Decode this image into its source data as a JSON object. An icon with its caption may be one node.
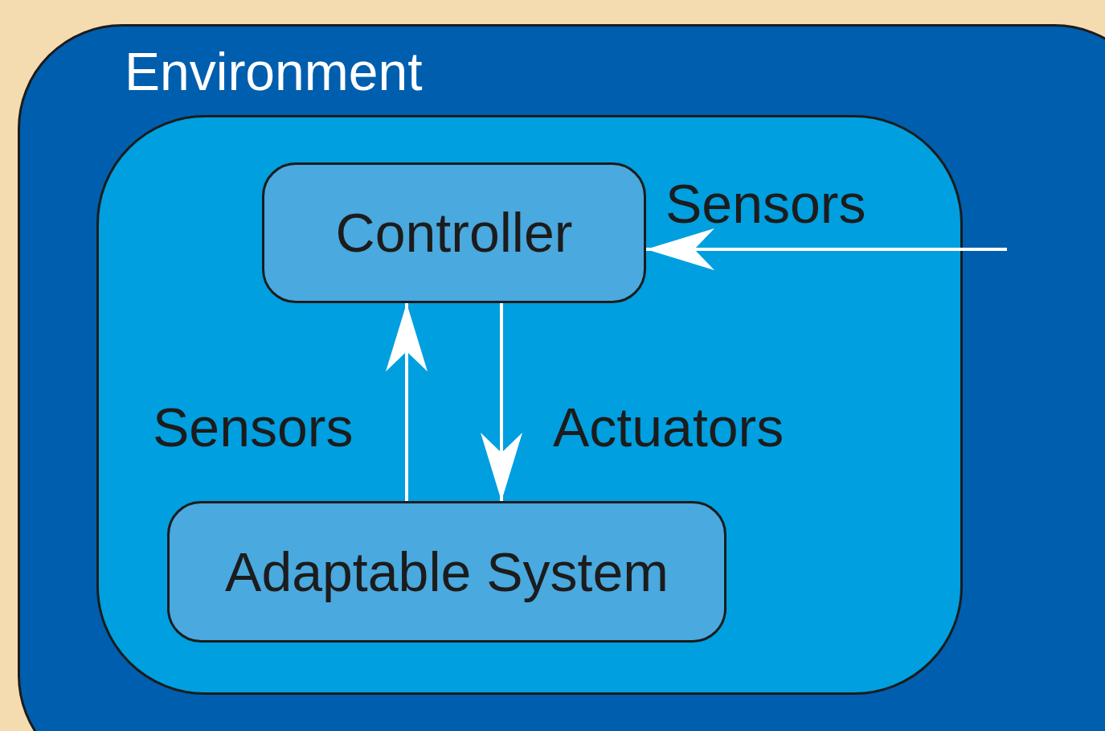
{
  "diagram": {
    "nodes": [
      {
        "text": [
          "Environment"
        ]
      },
      {
        "text": [],
        "shape": "box",
        "in": 0
      },
      {
        "text": [
          "Controller"
        ],
        "in": 1
      },
      {
        "text": [
          "Adaptable System"
        ],
        "in": 1
      }
    ],
    "edges": [
      {
        "from": null,
        "to": 2,
        "arrow": "to",
        "label": "Sensors"
      },
      {
        "from": 3,
        "to": 2,
        "arrow": "to",
        "label": "Sensors"
      },
      {
        "from": 2,
        "to": 3,
        "arrow": "to",
        "label": "Actuators"
      }
    ]
  }
}
